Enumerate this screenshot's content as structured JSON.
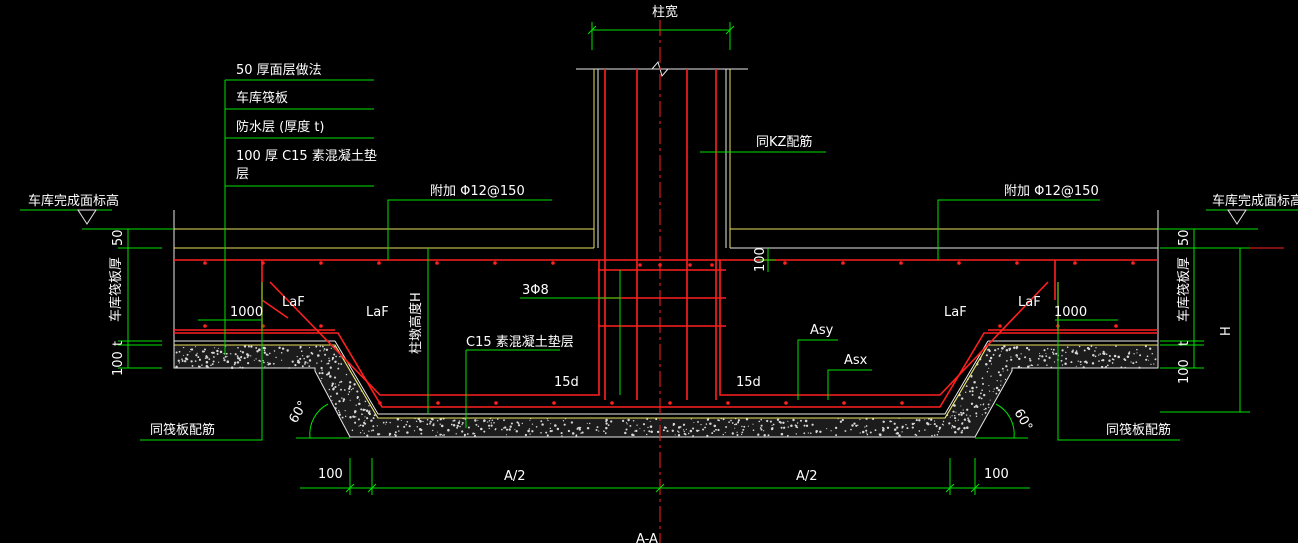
{
  "colors": {
    "background": "#000000",
    "leader": "#00e000",
    "outline": "#e8e8e8",
    "rebar": "#ff2020",
    "concrete_edge": "#e8e060",
    "text": "#ffffff"
  },
  "labels": {
    "column_width": "柱宽",
    "layer_50": "50 厚面层做法",
    "layer_slab": "车库筏板",
    "layer_waterproof": "防水层 (厚度 t)",
    "layer_c15_line1": "100 厚 C15 素混凝土垫",
    "layer_c15_line2": "层",
    "garage_finish_left": "车库完成面标高",
    "garage_finish_right": "车库完成面标高",
    "same_kz": "同KZ配筋",
    "add_bar_left": "附加 Φ12@150",
    "add_bar_right": "附加 Φ12@150",
    "slab_thick_left": "车库筏板厚",
    "slab_thick_right": "车库筏板厚",
    "cap_height": "柱墩高度H",
    "c15_cushion": "C15 素混凝土垫层",
    "stirrups": "3Φ8",
    "laf_1": "LaF",
    "laf_2": "LaF",
    "laf_3": "LaF",
    "laf_4": "LaF",
    "len_1000_left": "1000",
    "len_1000_right": "1000",
    "d15_left": "15d",
    "d15_right": "15d",
    "asy": "Asy",
    "asx": "Asx",
    "same_slab_left": "同筏板配筋",
    "same_slab_right": "同筏板配筋",
    "angle_left": "60°",
    "angle_right": "60°",
    "dim_50_left": "50",
    "dim_50_right": "50",
    "dim_t_left": "t",
    "dim_t_right": "t",
    "dim_100_left": "100",
    "dim_100_right": "100",
    "dim_100_top": "100",
    "dim_H": "H",
    "dim_bottom_100_left": "100",
    "dim_bottom_100_right": "100",
    "dim_half_left": "A/2",
    "dim_half_right": "A/2",
    "section_mark": "A-A"
  }
}
